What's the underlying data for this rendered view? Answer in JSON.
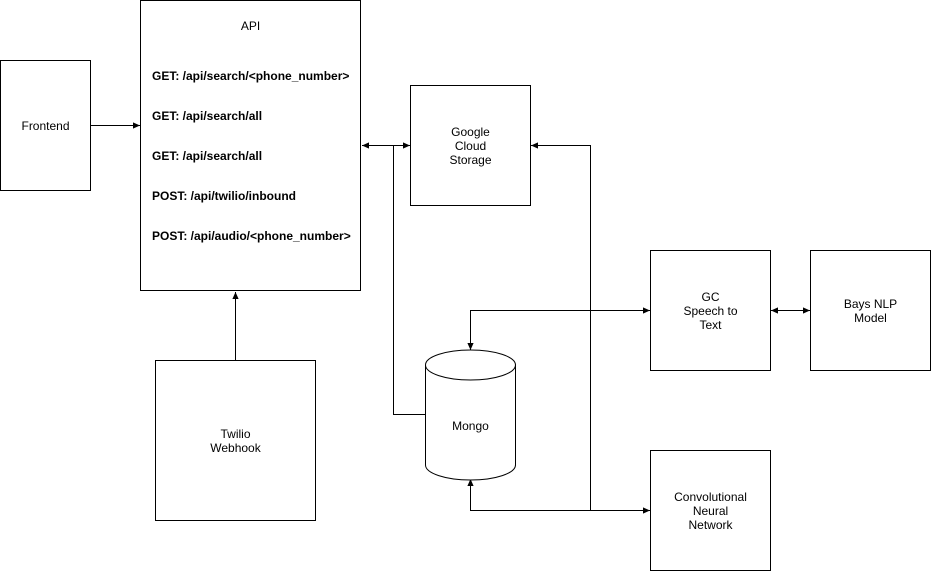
{
  "nodes": {
    "frontend": {
      "label": "Frontend"
    },
    "api": {
      "title": "API",
      "endpoints": [
        "GET: /api/search/<phone_number>",
        "GET: /api/search/all",
        "GET: /api/search/all",
        "POST: /api/twilio/inbound",
        "POST: /api/audio/<phone_number>"
      ]
    },
    "twilio": {
      "lines": [
        "Twilio",
        "Webhook"
      ]
    },
    "gcs": {
      "lines": [
        "Google",
        "Cloud",
        "Storage"
      ]
    },
    "mongo": {
      "label": "Mongo"
    },
    "gc_stt": {
      "lines": [
        "GC",
        "Speech to",
        "Text"
      ]
    },
    "bays_nlp": {
      "lines": [
        "Bays NLP",
        "Model"
      ]
    },
    "cnn": {
      "lines": [
        "Convolutional",
        "Neural",
        "Network"
      ]
    }
  },
  "colors": {
    "stroke": "#000000",
    "fill": "#ffffff"
  }
}
